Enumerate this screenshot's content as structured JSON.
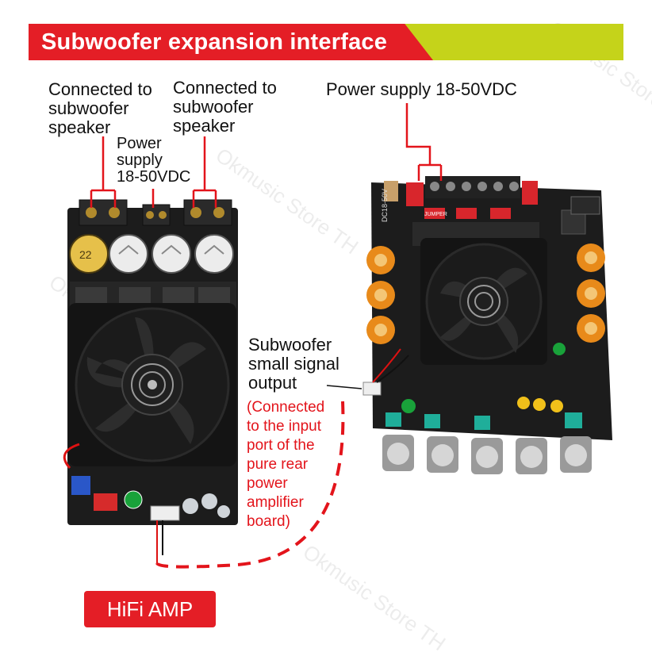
{
  "header": {
    "title": "Subwoofer expansion interface"
  },
  "labels": {
    "speaker_left": "Connected to\nsubwoofer\nspeaker",
    "speaker_right": "Connected to\nsubwoofer\nspeaker",
    "power_small": "Power\nsupply\n18-50VDC",
    "power_right": "Power supply 18-50VDC",
    "subwoofer_output": "Subwoofer\nsmall signal\noutput",
    "output_note": "(Connected\nto the input\nport of the\npure rear\npower\namplifier\nboard)"
  },
  "badge": {
    "text": "HiFi AMP"
  },
  "board_left": {
    "cap_text": "22"
  },
  "board_right": {
    "silk_label": "DC18-50V",
    "jumper_text": "JUMPER"
  },
  "watermark": {
    "text": "Okmusic Store TH"
  },
  "colors": {
    "banner_red": "#e41e26",
    "banner_lime": "#c5d31a",
    "annotation_red": "#e3141b",
    "pcb_black": "#1c1c1c"
  }
}
